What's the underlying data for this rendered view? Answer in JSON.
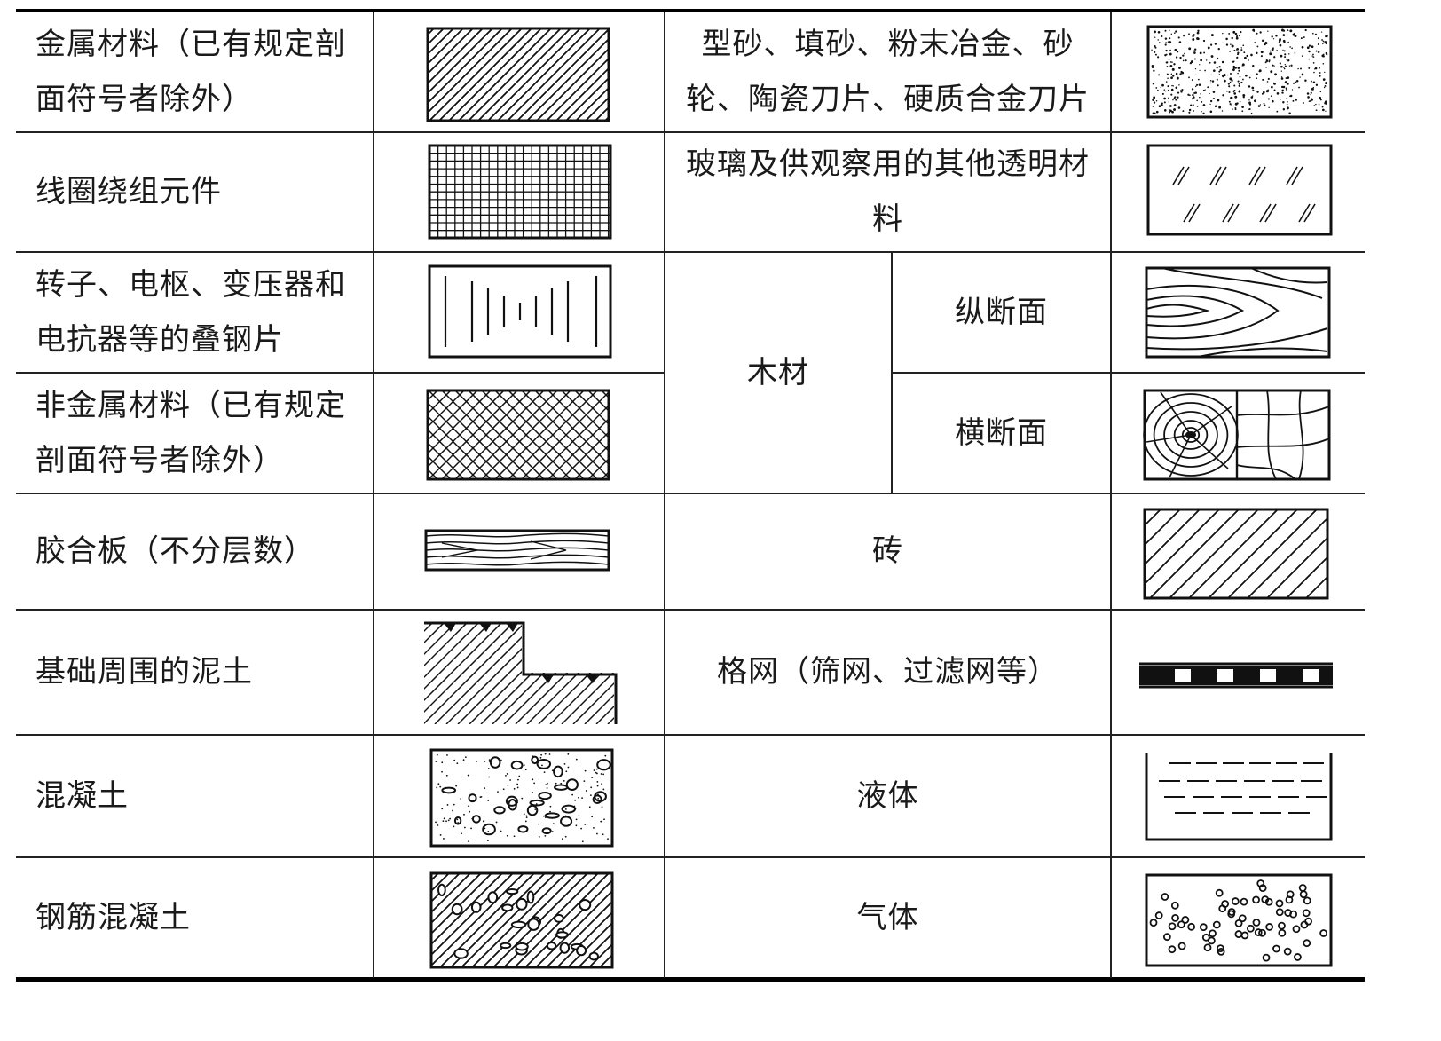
{
  "table": {
    "left_column": [
      {
        "label": "金属材料（已有规定剖面符号者除外）",
        "symbol": "metal-hatch"
      },
      {
        "label": "线圈绕组元件",
        "symbol": "coil-grid"
      },
      {
        "label": "转子、电枢、变压器和电抗器等的叠钢片",
        "symbol": "laminated-steel"
      },
      {
        "label": "非金属材料（已有规定剖面符号者除外）",
        "symbol": "nonmetal-crosshatch"
      },
      {
        "label": "胶合板（不分层数）",
        "symbol": "plywood"
      },
      {
        "label": "基础周围的泥土",
        "symbol": "soil"
      },
      {
        "label": "混凝土",
        "symbol": "concrete"
      },
      {
        "label": "钢筋混凝土",
        "symbol": "reinforced-concrete"
      }
    ],
    "right_column": [
      {
        "label": "型砂、填砂、粉末冶金、砂轮、陶瓷刀片、硬质合金刀片",
        "symbol": "sand-dots"
      },
      {
        "label": "玻璃及供观察用的其他透明材料",
        "symbol": "glass"
      },
      {
        "label": "木材",
        "sub": [
          {
            "label": "纵断面",
            "symbol": "wood-longitudinal"
          },
          {
            "label": "横断面",
            "symbol": "wood-cross"
          }
        ]
      },
      {
        "label": "砖",
        "symbol": "brick"
      },
      {
        "label": "格网（筛网、过滤网等）",
        "symbol": "mesh"
      },
      {
        "label": "液体",
        "symbol": "liquid"
      },
      {
        "label": "气体",
        "symbol": "gas"
      }
    ]
  }
}
